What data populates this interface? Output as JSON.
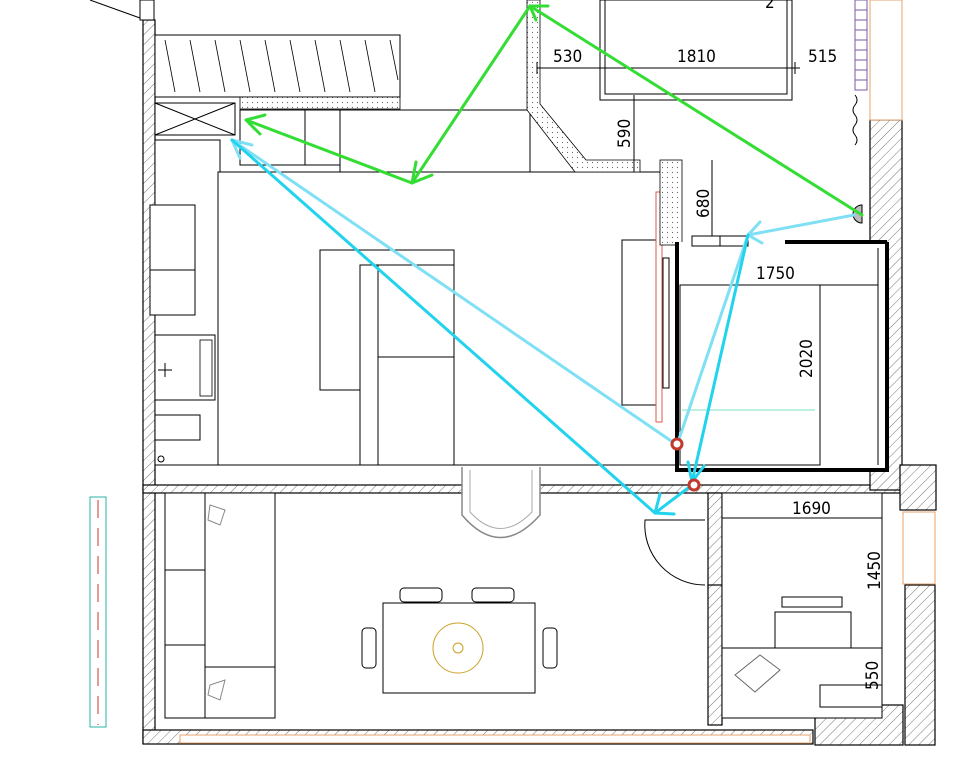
{
  "colors": {
    "green_arrow": "#33dd33",
    "light_blue_arrow": "#7fe0f5",
    "blue_arrow": "#22d3ee",
    "mirror_red": "#e05a4a",
    "marker_red": "#c0392b",
    "bed_outline": "#000000",
    "window_orange": "#e8a36a"
  },
  "dimensions": {
    "top_left": "530",
    "top_mid": "1810",
    "top_right": "515",
    "vertical_590": "590",
    "vertical_680": "680",
    "bed_width": "1750",
    "bed_length": "2020",
    "wardrobe_width": "1690",
    "wardrobe_height": "1450",
    "small_550": "550",
    "top_edge_fragment": "2"
  },
  "icons": [
    "arrow-green",
    "arrow-light-blue",
    "arrow-blue",
    "marker-dot",
    "lamp-icon",
    "chair-icon",
    "stove-icon"
  ]
}
